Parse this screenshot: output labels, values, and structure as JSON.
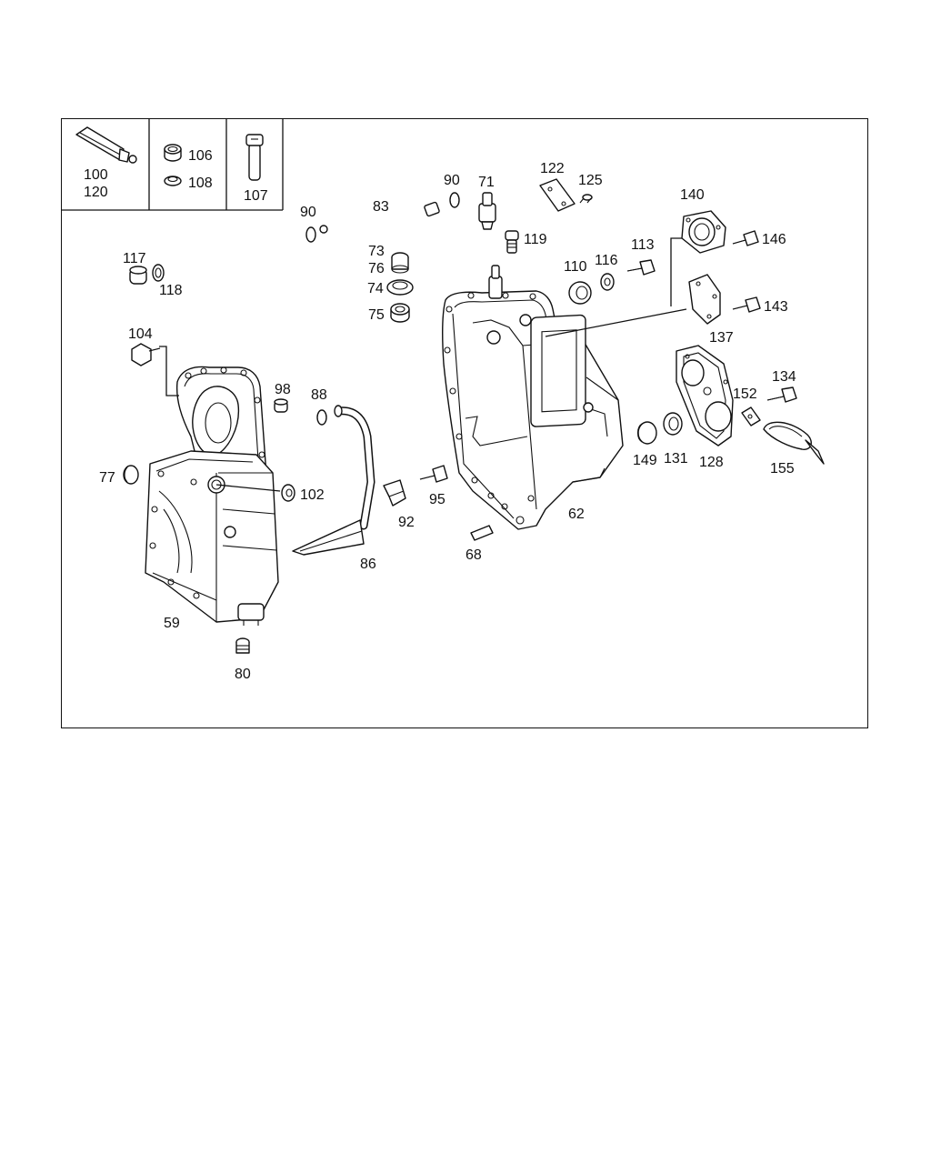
{
  "diagram": {
    "inset_labels": {
      "c1": [
        "100",
        "120"
      ],
      "c2": [
        "106",
        "108"
      ],
      "c3": [
        "107"
      ]
    },
    "labels": [
      {
        "id": "90a",
        "text": "90"
      },
      {
        "id": "83",
        "text": "83"
      },
      {
        "id": "90b",
        "text": "90"
      },
      {
        "id": "71",
        "text": "71"
      },
      {
        "id": "122",
        "text": "122"
      },
      {
        "id": "125",
        "text": "125"
      },
      {
        "id": "140",
        "text": "140"
      },
      {
        "id": "119",
        "text": "119"
      },
      {
        "id": "146",
        "text": "146"
      },
      {
        "id": "73",
        "text": "73"
      },
      {
        "id": "76",
        "text": "76"
      },
      {
        "id": "74",
        "text": "74"
      },
      {
        "id": "75",
        "text": "75"
      },
      {
        "id": "117",
        "text": "117"
      },
      {
        "id": "118",
        "text": "118"
      },
      {
        "id": "110",
        "text": "110"
      },
      {
        "id": "116",
        "text": "116"
      },
      {
        "id": "113",
        "text": "113"
      },
      {
        "id": "143",
        "text": "143"
      },
      {
        "id": "137",
        "text": "137"
      },
      {
        "id": "104",
        "text": "104"
      },
      {
        "id": "98",
        "text": "98"
      },
      {
        "id": "88",
        "text": "88"
      },
      {
        "id": "134",
        "text": "134"
      },
      {
        "id": "152",
        "text": "152"
      },
      {
        "id": "77",
        "text": "77"
      },
      {
        "id": "102",
        "text": "102"
      },
      {
        "id": "95",
        "text": "95"
      },
      {
        "id": "149",
        "text": "149"
      },
      {
        "id": "131",
        "text": "131"
      },
      {
        "id": "128",
        "text": "128"
      },
      {
        "id": "155",
        "text": "155"
      },
      {
        "id": "92",
        "text": "92"
      },
      {
        "id": "62",
        "text": "62"
      },
      {
        "id": "86",
        "text": "86"
      },
      {
        "id": "68",
        "text": "68"
      },
      {
        "id": "59",
        "text": "59"
      },
      {
        "id": "80",
        "text": "80"
      }
    ]
  }
}
